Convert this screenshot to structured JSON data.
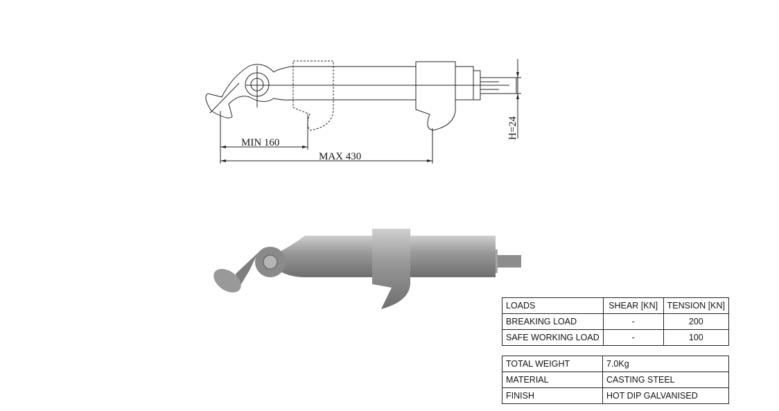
{
  "drawing": {
    "min_label": "MIN  160",
    "max_label": "MAX  430",
    "height_label": "H=24"
  },
  "loads_table": {
    "headers": [
      "LOADS",
      "SHEAR [KN]",
      "TENSION [KN]"
    ],
    "rows": [
      [
        "BREAKING LOAD",
        "-",
        "200"
      ],
      [
        "SAFE WORKING LOAD",
        "-",
        "100"
      ]
    ]
  },
  "specs_table": {
    "rows": [
      [
        "TOTAL WEIGHT",
        "7.0Kg"
      ],
      [
        "MATERIAL",
        "CASTING STEEL"
      ],
      [
        "FINISH",
        "HOT DIP GALVANISED"
      ]
    ]
  }
}
